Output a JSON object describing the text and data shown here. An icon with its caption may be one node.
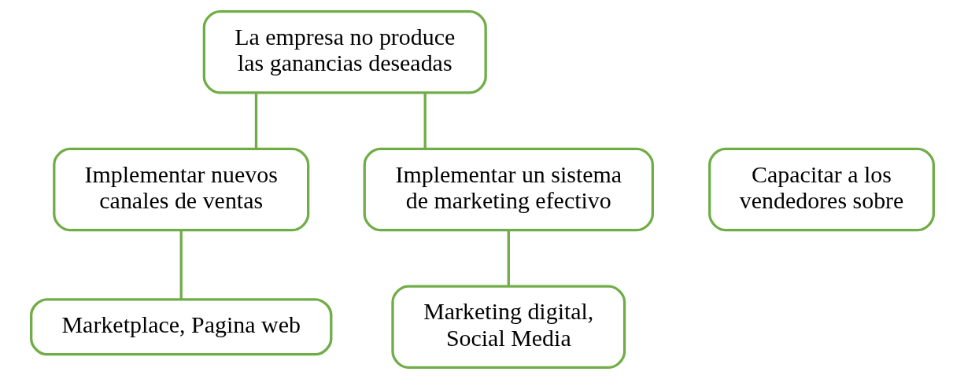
{
  "diagram": {
    "nodes": [
      {
        "text": [
          "La empresa no produce las ganancias deseadas"
        ]
      },
      {
        "text": [
          "Implementar nuevos canales de ventas"
        ]
      },
      {
        "text": [
          "Capacitar a los vendedores sobre"
        ]
      },
      {
        "text": [
          "Implementar un sistema de marketing efectivo"
        ]
      },
      {
        "text": [
          "Marketplace, Pagina web"
        ]
      },
      {
        "text": [
          "Marketing digital, Social Media"
        ]
      }
    ],
    "edges": [
      {
        "from": 0,
        "to": 1,
        "arrow": "none"
      },
      {
        "from": 0,
        "to": 3,
        "arrow": "none"
      },
      {
        "from": 1,
        "to": 4,
        "arrow": "none"
      },
      {
        "from": 3,
        "to": 5,
        "arrow": "none"
      }
    ]
  }
}
